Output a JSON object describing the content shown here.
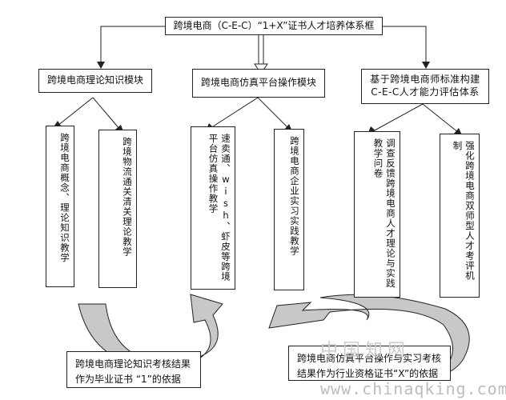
{
  "title": "跨境电商（C-E-C）“1+X”证书人才培养体系框",
  "modules": [
    {
      "label": "跨境电商理论知识模块",
      "children": [
        "跨境电商概念、理论知识教学",
        "跨境物流通关清关理论教学"
      ]
    },
    {
      "label": "跨境电商仿真平台操作模块",
      "children": [
        "速卖通、wish、虾皮等跨境平台仿真操作教学",
        "跨境电商企业实习实践教学"
      ]
    },
    {
      "label": "基于跨境电商师标准构建C-E-C人才能力评估体系",
      "children": [
        "调查反馈跨境电商人才理论与实践教学问卷",
        "强化跨境电商双师型人才考评机制"
      ]
    }
  ],
  "notes": {
    "left": "跨境电商理论知识考核结果作为毕业证书 “1”的依据",
    "right": "跨境电商仿真平台操作与实习考核结果作为行业资格证书“X”的依据"
  },
  "watermark": {
    "cn": "中国知网",
    "url": "www.chinaqking.com"
  },
  "colors": {
    "border": "#222222",
    "arrow_fill": "#c8c8c8"
  }
}
